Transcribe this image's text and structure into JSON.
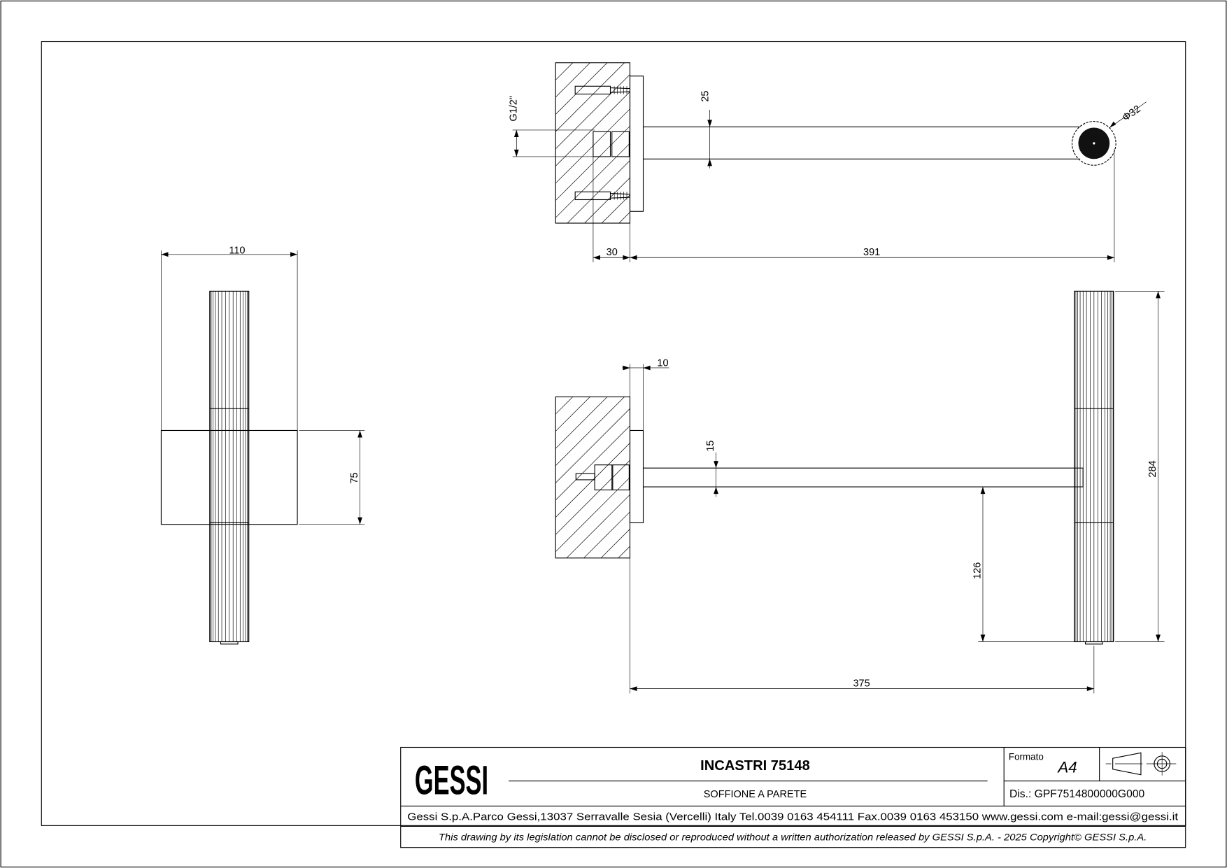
{
  "title_block": {
    "logo": "GESSI",
    "title": "INCASTRI 75148",
    "subtitle": "SOFFIONE A PARETE",
    "format_label": "Formato",
    "format_value": "A4",
    "drawing_number": "Dis.: GPF7514800000G000",
    "address": "Gessi S.p.A.Parco Gessi,13037 Serravalle Sesia (Vercelli) Italy Tel.0039 0163 454111 Fax.0039 0163 453150 www.gessi.com e-mail:gessi@gessi.it",
    "disclaimer": "This drawing by its legislation cannot be disclosed or reproduced without a written authorization released by GESSI S.p.A. - 2025 Copyright© GESSI S.p.A.",
    "projection_symbol": "first-angle-projection-icon"
  },
  "dimensions": {
    "thread": "G1/2\"",
    "top_pipe_height": "25",
    "head_diameter": "Φ32",
    "depth_30": "30",
    "length_391": "391",
    "width_110": "110",
    "plate_height_75": "75",
    "plate_thickness_10": "10",
    "pipe_height_15": "15",
    "head_length_284": "284",
    "head_offset_126": "126",
    "length_375": "375"
  }
}
